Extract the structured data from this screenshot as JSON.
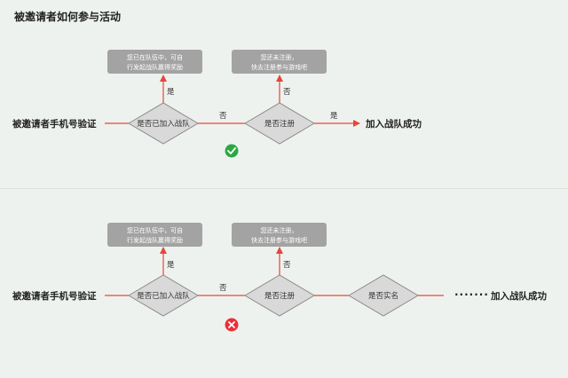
{
  "title": "被邀请者如何参与活动",
  "colors": {
    "accent": "#e8453c",
    "diamond_fill": "#d9d9d9",
    "diamond_stroke": "#8a8a8a",
    "note_fill": "#a3a3a3",
    "success": "#2aa845",
    "failure": "#e8313a"
  },
  "flow1": {
    "start": "被邀请者手机号验证",
    "check_team": "是否已加入战队",
    "check_register": "是否注册",
    "end": "加入战队成功",
    "yes_up": "是",
    "no_right": "否",
    "no_up": "否",
    "yes_right": "是",
    "note_team": [
      "您已在队伍中，可自",
      "行发起战队赢得奖励"
    ],
    "note_register": [
      "您还未注册，",
      "快去注册参与游戏吧"
    ],
    "status_icon": "check-circle-icon"
  },
  "flow2": {
    "start": "被邀请者手机号验证",
    "check_team": "是否已加入战队",
    "check_register": "是否注册",
    "check_realname": "是否实名",
    "ellipsis": "·······",
    "end": "加入战队成功",
    "yes_up": "是",
    "no_right": "否",
    "no_up": "否",
    "note_team": [
      "您已在队伍中，可自",
      "行发起战队赢得奖励"
    ],
    "note_register": [
      "您还未注册，",
      "快去注册参与游戏吧"
    ],
    "status_icon": "cross-circle-icon"
  }
}
